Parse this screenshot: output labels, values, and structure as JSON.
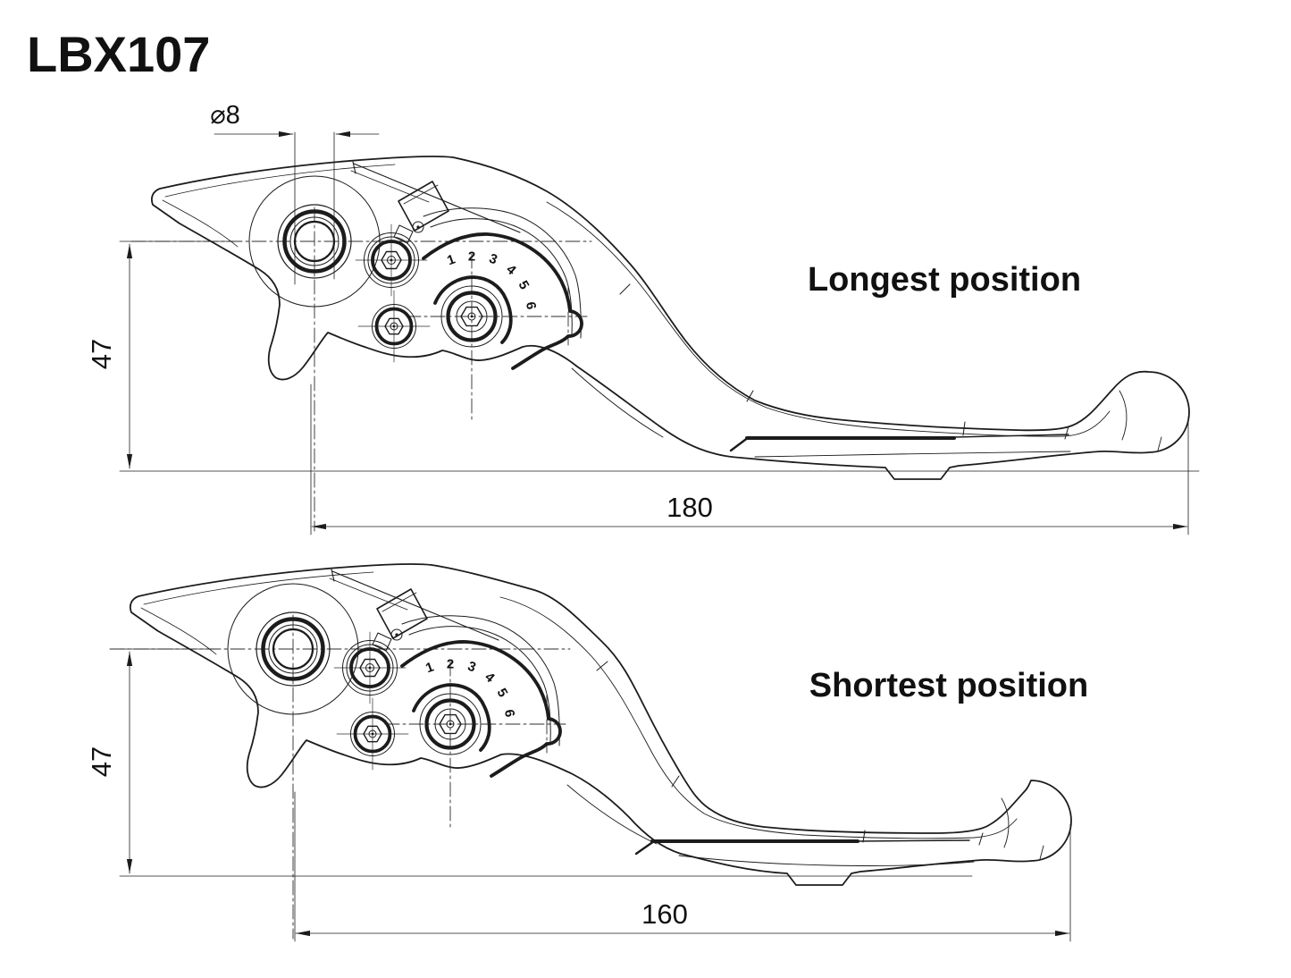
{
  "title": "LBX107",
  "colors": {
    "background": "#ffffff",
    "ink": "#1c1c1c"
  },
  "views": {
    "longest": {
      "label": "Longest position",
      "length": "180",
      "height": "47",
      "bolt_diameter": "⌀8"
    },
    "shortest": {
      "label": "Shortest position",
      "length": "160",
      "height": "47"
    }
  },
  "adjuster_dial": {
    "numbers": [
      "1",
      "2",
      "3",
      "4",
      "5",
      "6"
    ]
  }
}
